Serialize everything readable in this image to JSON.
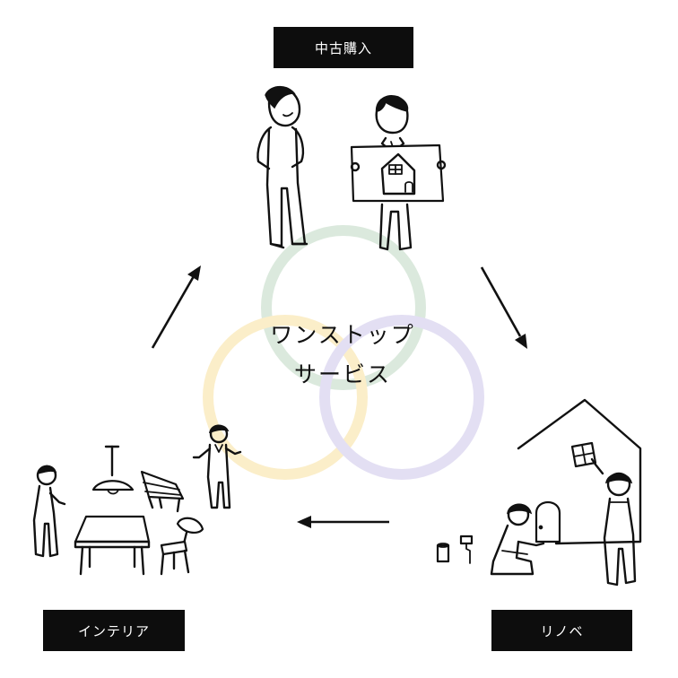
{
  "steps": {
    "top": "中古購入",
    "bottom_left": "インテリア",
    "bottom_right": "リノベ"
  },
  "center": {
    "line1": "ワンストップ",
    "line2": "サービス"
  },
  "colors": {
    "ring_green": "#dbe9dd",
    "ring_yellow": "#fbeec9",
    "ring_purple": "#e3dff3",
    "label_bg": "#0d0d0d",
    "label_text": "#ffffff"
  }
}
